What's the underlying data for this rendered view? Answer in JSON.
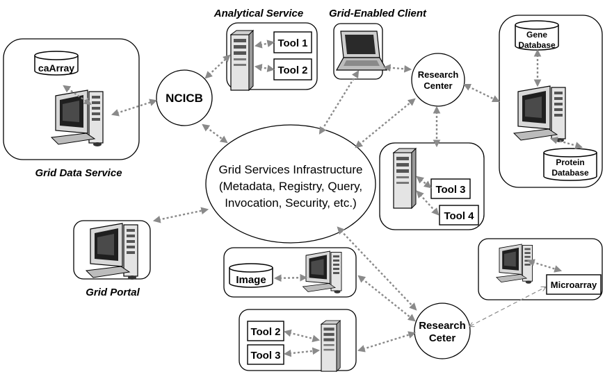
{
  "labels": {
    "analytical_service": "Analytical Service",
    "grid_enabled_client": "Grid-Enabled Client",
    "grid_data_service": "Grid Data Service",
    "grid_portal": "Grid Portal"
  },
  "nodes": {
    "ncicb": "NCICB",
    "research_center_line1": "Research",
    "research_center_line2": "Center",
    "research_ceter_line1": "Research",
    "research_ceter_line2": "Ceter",
    "infrastructure_line1": "Grid Services Infrastructure",
    "infrastructure_line2": "(Metadata, Registry, Query,",
    "infrastructure_line3": "Invocation, Security, etc.)"
  },
  "items": {
    "caarray": "caArray",
    "tool1": "Tool 1",
    "tool2": "Tool 2",
    "tool3": "Tool 3",
    "tool4": "Tool 4",
    "gene_db_line1": "Gene",
    "gene_db_line2": "Database",
    "protein_db_line1": "Protein",
    "protein_db_line2": "Database",
    "image": "Image",
    "microarray": "Microarray",
    "tool2_bottom": "Tool 2",
    "tool3_bottom": "Tool 3"
  },
  "colors": {
    "connector": "#8a8a8a",
    "outline": "#000000"
  }
}
